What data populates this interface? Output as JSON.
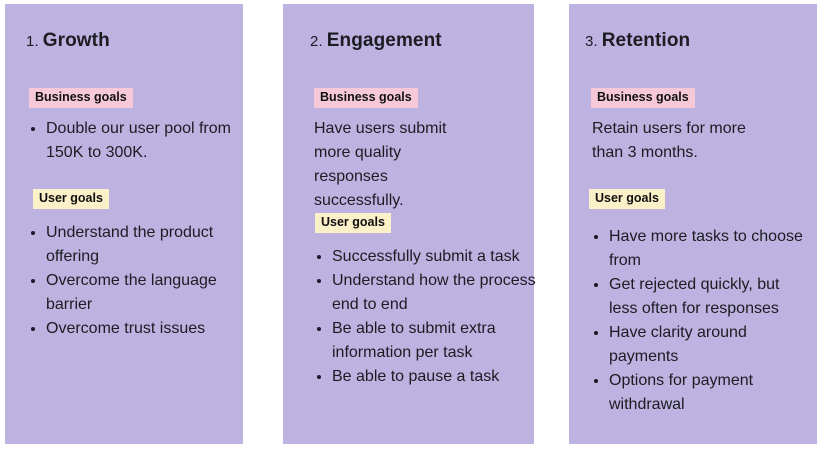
{
  "cards": [
    {
      "number": "1.",
      "title": "Growth",
      "business_label": "Business goals",
      "business_items": [
        "Double our user pool from 150K to 300K."
      ],
      "user_label": "User goals",
      "user_items": [
        "Understand the product offering",
        "Overcome the language barrier",
        "Overcome trust issues"
      ]
    },
    {
      "number": "2.",
      "title": "Engagement",
      "business_label": "Business goals",
      "business_text": "Have users submit more quality responses successfully.",
      "user_label": "User goals",
      "user_items": [
        "Successfully submit a task",
        "Understand how the process end to end",
        "Be able to submit extra information per task",
        "Be able to pause a task"
      ]
    },
    {
      "number": "3.",
      "title": "Retention",
      "business_label": "Business goals",
      "business_text": "Retain users for more than 3 months.",
      "user_label": "User goals",
      "user_items": [
        "Have more tasks to choose from",
        "Get rejected quickly, but less often for responses",
        "Have clarity around payments",
        "Options for payment withdrawal"
      ]
    }
  ]
}
